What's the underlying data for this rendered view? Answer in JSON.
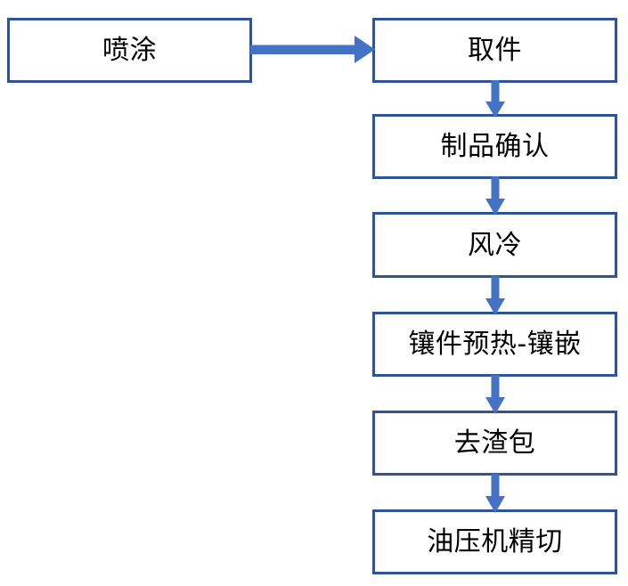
{
  "diagram": {
    "type": "flowchart",
    "orientation": "vertical-with-left-entry",
    "colors": {
      "node_border": "#2F5496",
      "node_fill": "#FFFFFF",
      "arrow": "#4472C4",
      "text": "#000000",
      "background": "#FFFFFF"
    },
    "nodes": [
      {
        "id": "spray",
        "label": "喷涂",
        "column": "left",
        "order": 0
      },
      {
        "id": "pickup",
        "label": "取件",
        "column": "right",
        "order": 1
      },
      {
        "id": "confirm",
        "label": "制品确认",
        "column": "right",
        "order": 2
      },
      {
        "id": "aircool",
        "label": "风冷",
        "column": "right",
        "order": 3
      },
      {
        "id": "insert",
        "label": "镶件预热-镶嵌",
        "column": "right",
        "order": 4
      },
      {
        "id": "deslag",
        "label": "去渣包",
        "column": "right",
        "order": 5
      },
      {
        "id": "presscut",
        "label": "油压机精切",
        "column": "right",
        "order": 6
      }
    ],
    "edges": [
      {
        "id": "spray-pickup",
        "from": "喷涂",
        "to": "取件",
        "direction": "right"
      },
      {
        "id": "pickup-confirm",
        "from": "取件",
        "to": "制品确认",
        "direction": "down"
      },
      {
        "id": "confirm-aircool",
        "from": "制品确认",
        "to": "风冷",
        "direction": "down"
      },
      {
        "id": "aircool-insert",
        "from": "风冷",
        "to": "镶件预热-镶嵌",
        "direction": "down"
      },
      {
        "id": "insert-deslag",
        "from": "镶件预热-镶嵌",
        "to": "去渣包",
        "direction": "down"
      },
      {
        "id": "deslag-presscut",
        "from": "去渣包",
        "to": "油压机精切",
        "direction": "down"
      }
    ]
  }
}
